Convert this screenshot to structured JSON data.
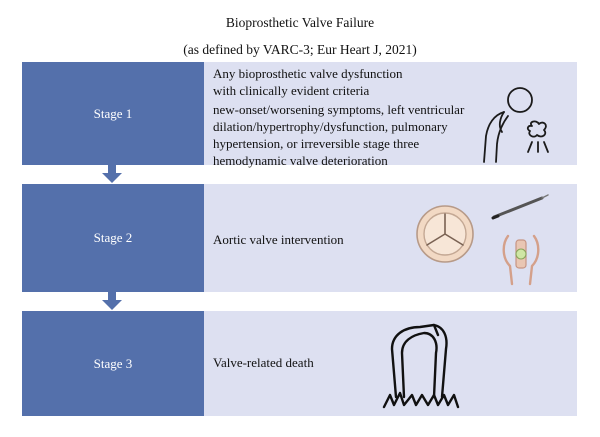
{
  "header": {
    "title": "Bioprosthetic Valve Failure",
    "subtitle": "(as defined by VARC-3; Eur Heart J, 2021)"
  },
  "stages": [
    {
      "label": "Stage 1",
      "lines": [
        "Any bioprosthetic valve dysfunction",
        "with clinically evident criteria",
        "new-onset/worsening symptoms, left ventricular",
        "dilation/hypertrophy/dysfunction, pulmonary",
        "hypertension, or irreversible stage three",
        "hemodynamic valve deterioration"
      ],
      "icon": "patient-symptoms-icon"
    },
    {
      "label": "Stage 2",
      "lines": [
        "Aortic valve intervention"
      ],
      "icon": "valve-intervention-icon"
    },
    {
      "label": "Stage 3",
      "lines": [
        "Valve-related death"
      ],
      "icon": "tombstone-icon"
    }
  ],
  "colors": {
    "stage_label_bg": "#5470ab",
    "stage_body_bg": "#dde0f1",
    "arrow": "#5470ab"
  }
}
